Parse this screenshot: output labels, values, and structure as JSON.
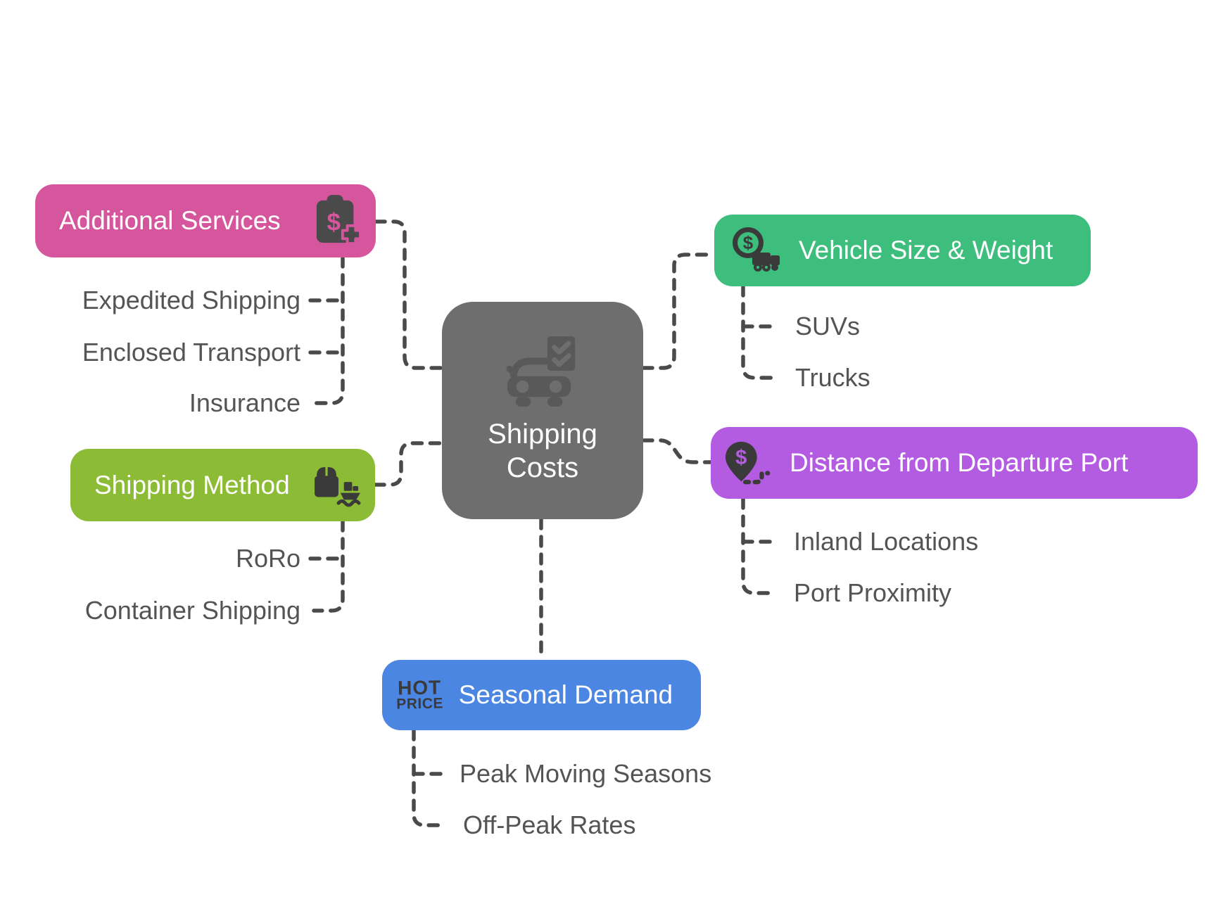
{
  "center": {
    "title_line1": "Shipping",
    "title_line2": "Costs",
    "icon": "car-checklist-icon"
  },
  "colors": {
    "center_box": "#6e6e6e",
    "additional_services": "#d6569e",
    "shipping_method": "#8cbb35",
    "vehicle_size_weight": "#3dbe7d",
    "distance_from_port": "#b35ce2",
    "seasonal_demand": "#4a86e2",
    "connector": "#4a4a4a",
    "child_text": "#545454"
  },
  "branches": {
    "additional_services": {
      "label": "Additional Services",
      "icon": "clipboard-dollar-plus-icon",
      "children": [
        "Expedited Shipping",
        "Enclosed Transport",
        "Insurance"
      ]
    },
    "shipping_method": {
      "label": "Shipping Method",
      "icon": "package-ship-icon",
      "children": [
        "RoRo",
        "Container Shipping"
      ]
    },
    "vehicle_size_weight": {
      "label": "Vehicle Size & Weight",
      "icon": "coin-truck-icon",
      "children": [
        "SUVs",
        "Trucks"
      ]
    },
    "distance_from_port": {
      "label": "Distance from Departure Port",
      "icon": "map-pin-route-icon",
      "children": [
        "Inland Locations",
        "Port Proximity"
      ]
    },
    "seasonal_demand": {
      "label": "Seasonal Demand",
      "icon": "hot-price-icon",
      "icon_text_line1": "HOT",
      "icon_text_line2": "PRICE",
      "children": [
        "Peak Moving Seasons",
        "Off-Peak Rates"
      ]
    }
  }
}
